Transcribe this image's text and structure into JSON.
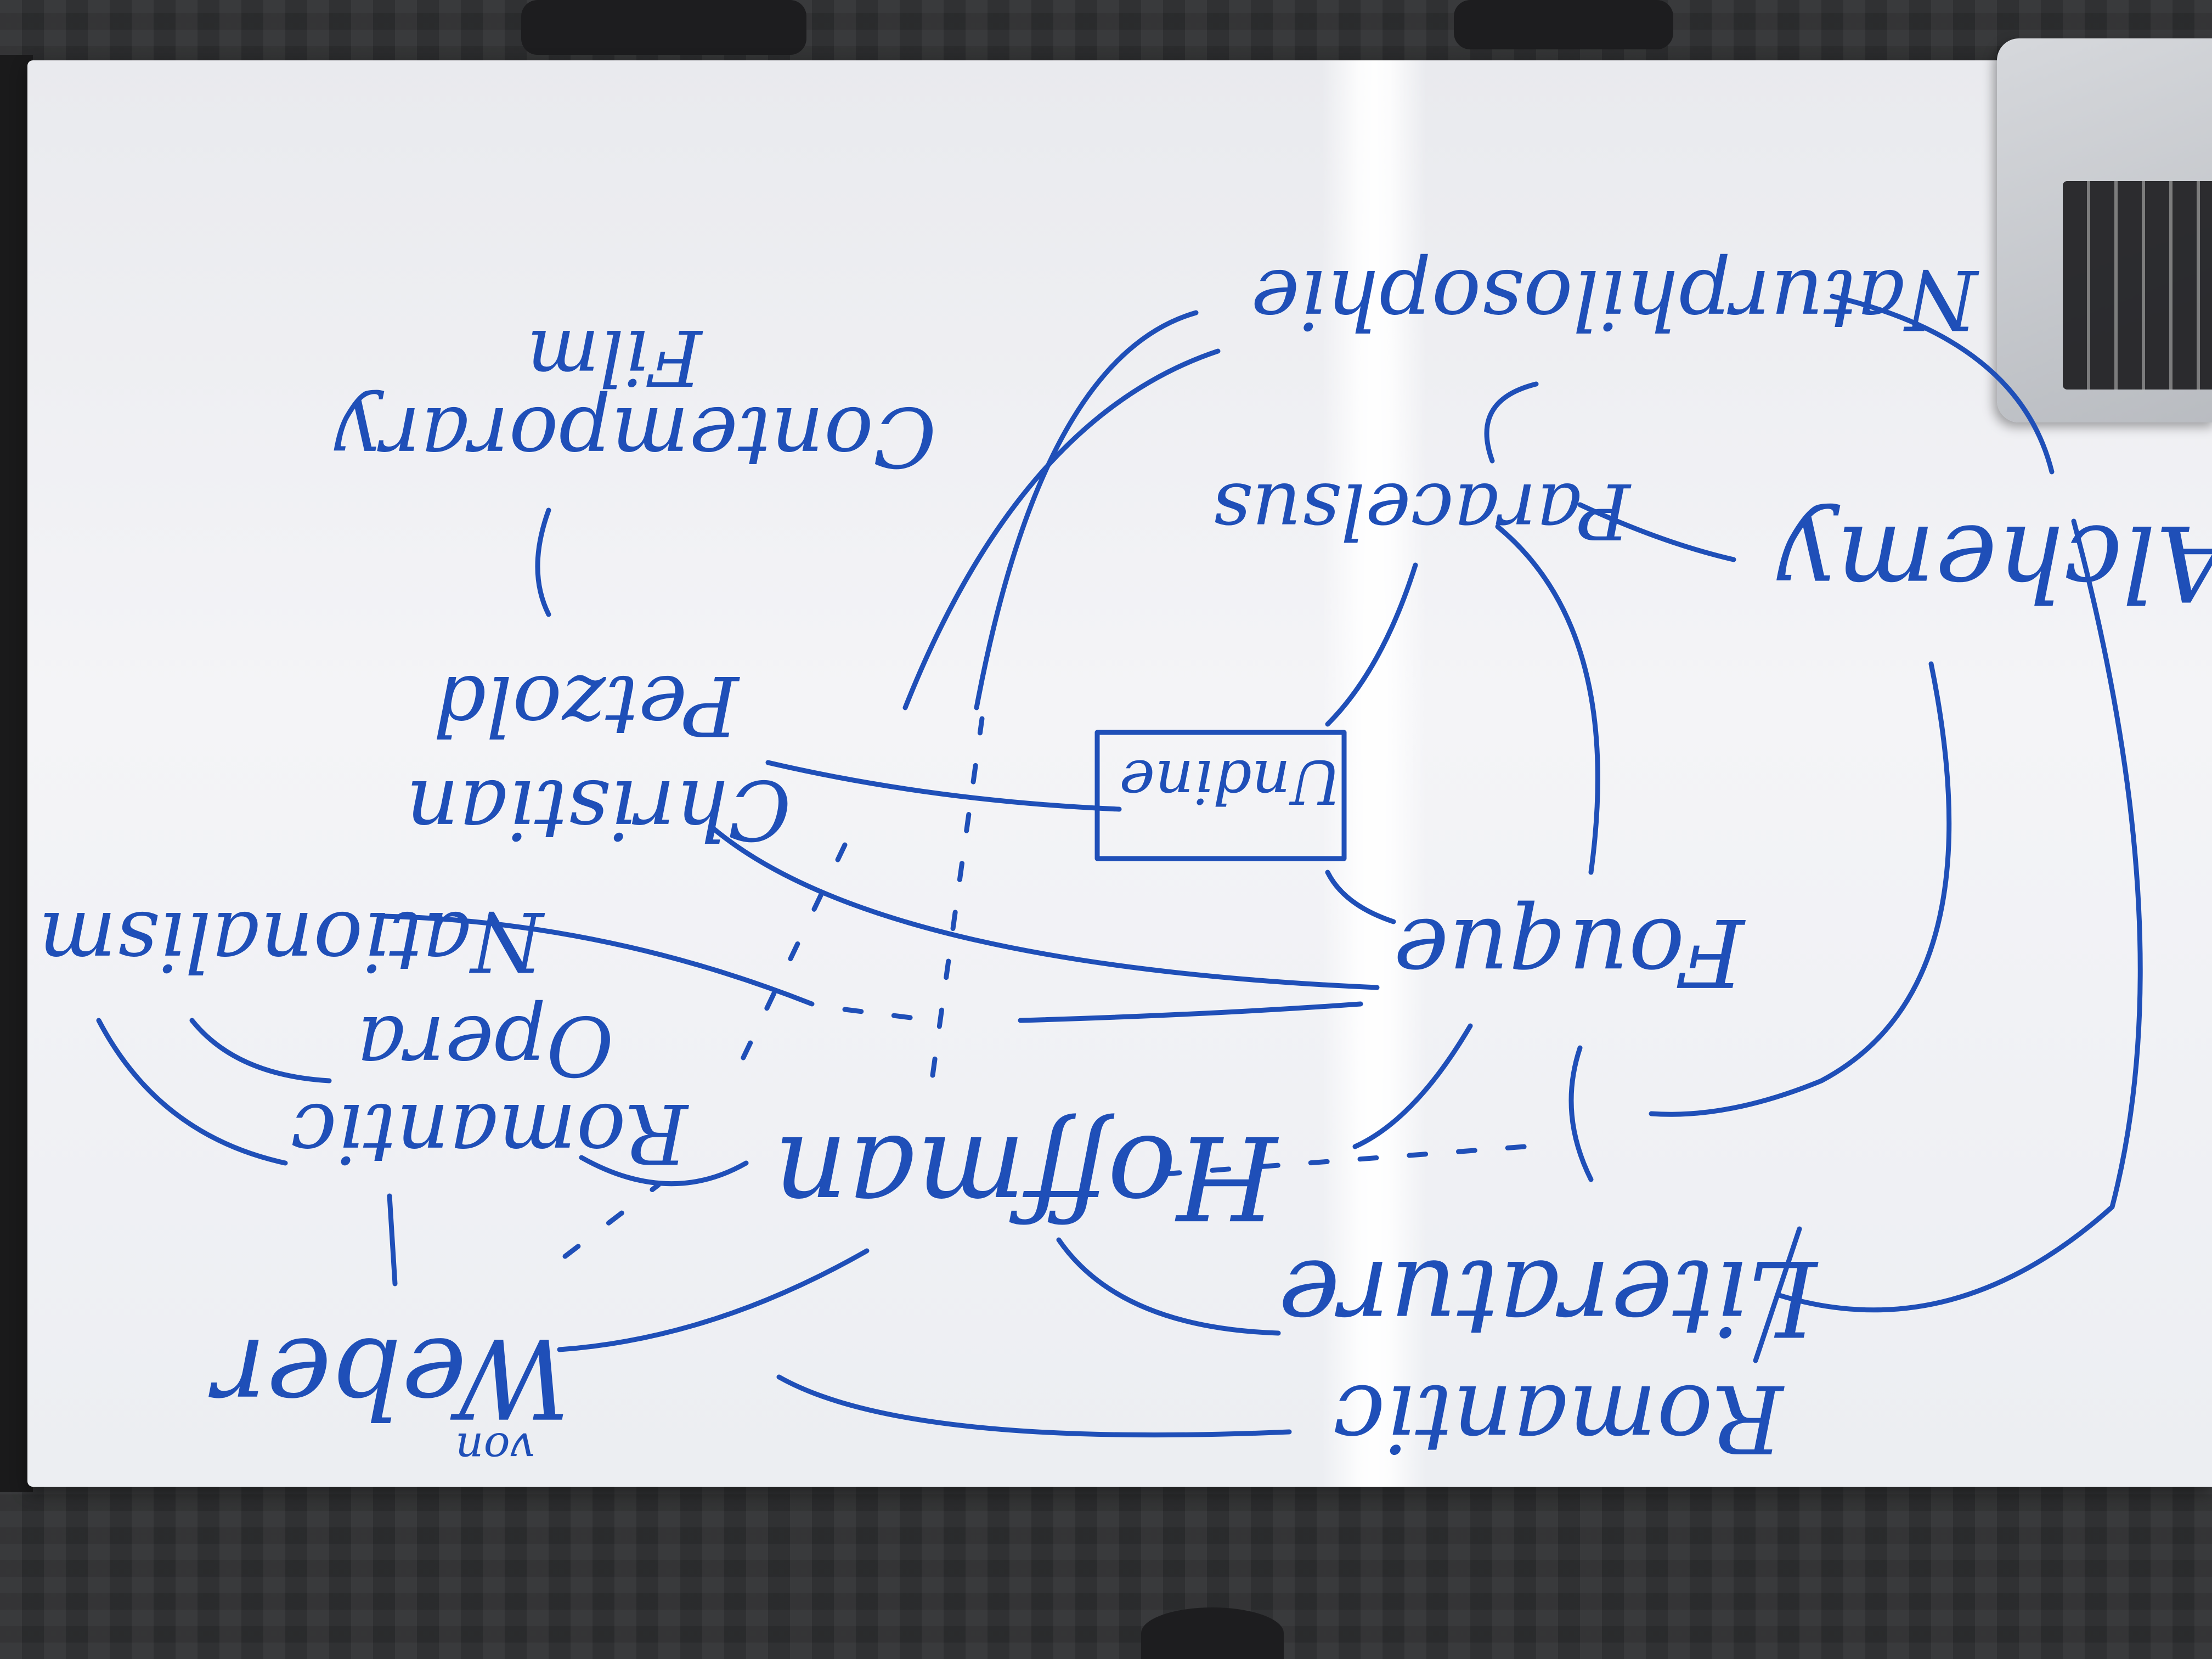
{
  "whiteboard": {
    "ink_color": "#1f4fb8",
    "words": {
      "naturphilosophie": "Naturphilosophie",
      "paracelsus": "Paracelsus",
      "alchemy": "Alchemy",
      "undine": "Undine",
      "fouque": "Fouque",
      "christian": "Christian",
      "petzold": "Petzold",
      "contemporary": "Contemporary",
      "film": "Film",
      "nationalism": "Nationalism",
      "opera": "Opera",
      "romantic_1": "Romantic",
      "hoffman": "Hoffman",
      "von": "von",
      "weber": "Weber",
      "romantic_2": "Romantic",
      "literature": "Literature"
    }
  }
}
